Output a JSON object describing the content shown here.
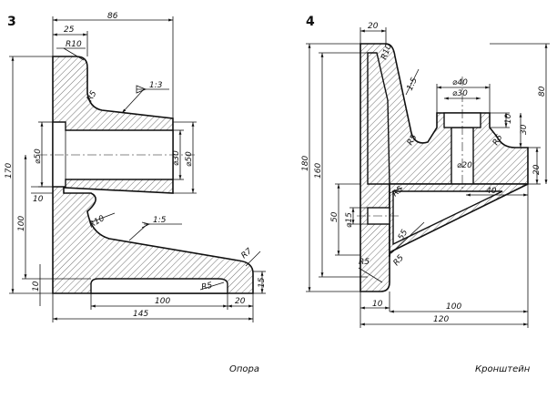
{
  "figures": [
    {
      "number": "3",
      "caption": "Опора",
      "dims": {
        "top_width": "86",
        "top_step": "25",
        "top_radius": "R10",
        "fillet_upper": "R5",
        "taper_upper": "1:3",
        "bore_d": "⌀50",
        "inner_d": "⌀30",
        "outer_d": "⌀50",
        "flange_t": "10",
        "fillet_mid": "R10",
        "taper_lower": "1:5",
        "tip_radius": "R7",
        "base_fillet": "R5",
        "overall_h": "170",
        "mid_h": "100",
        "base_t": "10",
        "right_h": "15",
        "slot_w": "100",
        "slot_edge": "20",
        "overall_w": "145"
      }
    },
    {
      "number": "4",
      "caption": "Кронштейн",
      "dims": {
        "top_w": "20",
        "top_radius": "R10",
        "taper": "1:5",
        "boss_outer": "⌀40",
        "boss_inner": "⌀30",
        "boss_t": "10",
        "boss_h": "30",
        "rib_fillet_l": "R5",
        "rib_fillet_r": "R5",
        "hub_d": "⌀20",
        "base_t": "20",
        "flange_w": "40",
        "overall_h": "180",
        "inner_h": "160",
        "right_h": "80",
        "web_h": "50",
        "hole_d": "⌀15",
        "web_fillet": "R5",
        "rib_h": "55",
        "foot_r": "R5",
        "rib_r2": "R5",
        "foot_w": "10",
        "arm_w": "100",
        "overall_w": "120"
      }
    }
  ]
}
